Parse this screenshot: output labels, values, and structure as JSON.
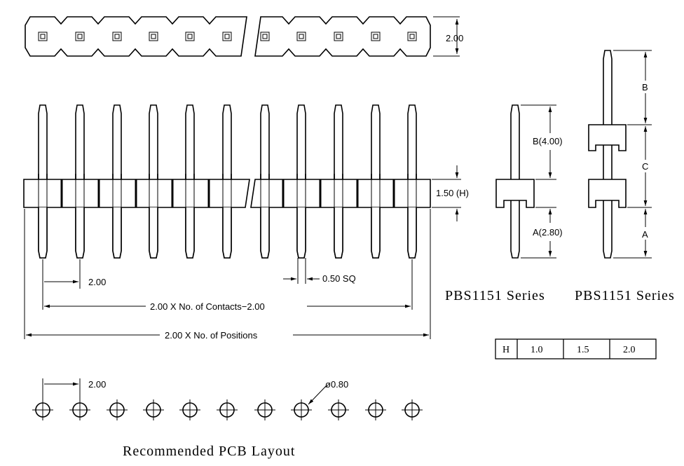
{
  "dimensions": {
    "row_height": "2.00",
    "insulator_height": "1.50 (H)",
    "pitch": "2.00",
    "pin_square": "0.50 SQ",
    "contacts_span": "2.00 X No. of Contacts−2.00",
    "positions_span": "2.00 X No. of Positions",
    "pcb_pitch": "2.00",
    "hole_diameter": "ø0.80",
    "side_b": "B(4.00)",
    "side_a": "A(2.80)",
    "dual_b": "B",
    "dual_c": "C",
    "dual_a": "A"
  },
  "captions": {
    "side_view": "PBS1151 Series",
    "dual_view": "PBS1151 Series",
    "pcb_layout": "Recommended PCB Layout"
  },
  "table": {
    "header": "H",
    "values": [
      "1.0",
      "1.5",
      "2.0"
    ]
  }
}
